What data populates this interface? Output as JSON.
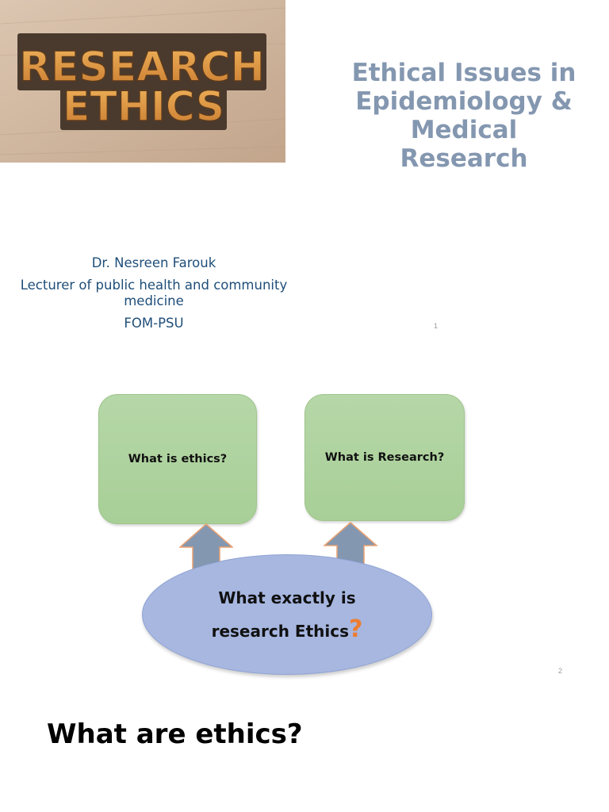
{
  "slide1": {
    "image": {
      "word1": "RESEARCH",
      "word2": "ETHICS"
    },
    "title_lines": [
      "Ethical Issues in",
      "Epidemiology &",
      "Medical",
      "Research"
    ],
    "author": {
      "name": "Dr. Nesreen Farouk",
      "role": "Lecturer of public health and community medicine",
      "affiliation": "FOM-PSU"
    },
    "page_number": "1"
  },
  "slide2": {
    "box_left": "What is ethics?",
    "box_right": "What is Research?",
    "ellipse_line1": "What exactly is",
    "ellipse_line2": "research Ethics",
    "question_mark": "?",
    "page_number": "2"
  },
  "slide3": {
    "heading": "What are ethics?"
  },
  "colors": {
    "title": "#8497b0",
    "author_text": "#1f4e79",
    "box_fill": "#b6d7a8",
    "ellipse_fill": "#a7b7e0",
    "arrow_fill": "#8497b0",
    "arrow_stroke": "#e8a070",
    "question_mark": "#ed7d31"
  }
}
